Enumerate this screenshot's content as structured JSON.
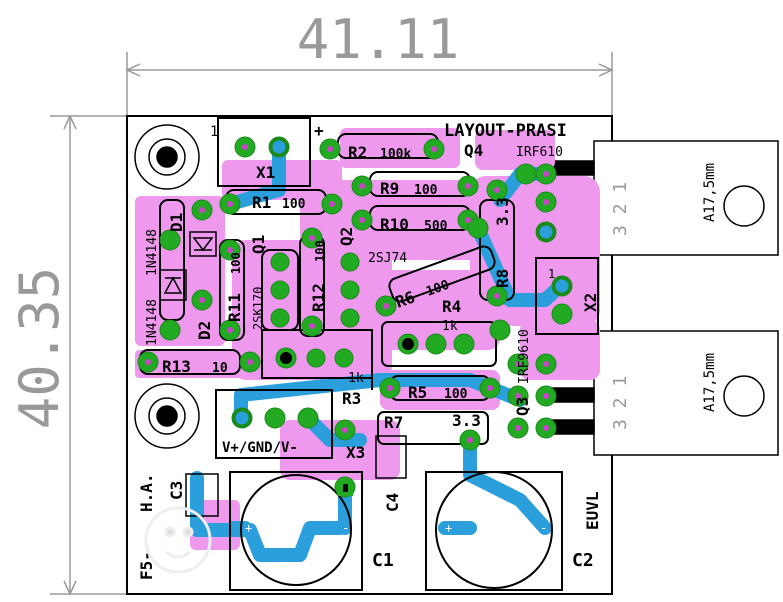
{
  "dimensions": {
    "width": "41.11",
    "height": "40.35"
  },
  "title": "LAYOUT-PRASI",
  "colors": {
    "board": "#ffffff",
    "outline": "#000000",
    "pad_ring": "#22aa22",
    "pad_hole": "#cc44cc",
    "copper_top": "#2a9fdc",
    "copper_bottom": "#ee99ee",
    "dim_line": "#999999",
    "silk": "#000000"
  },
  "labels": {
    "x1": "X1",
    "r2": "R2",
    "r2_val": "100k",
    "q4": "Q4",
    "q4_val": "IRF610",
    "r1": "R1",
    "r1_val": "100",
    "r9": "R9",
    "r9_val": "100",
    "r10": "R10",
    "r10_val": "500",
    "d1": "D1",
    "d1_val": "1N4148",
    "d2": "D2",
    "d2_val": "1N4148",
    "q1": "Q1",
    "q1_val": "2SK170",
    "q2": "Q2",
    "q2_val": "2SJ74",
    "r11": "R11",
    "r11_val": "100",
    "r12": "R12",
    "r12_val": "100",
    "r6": "R6",
    "r6_val": "100",
    "r4": "R4",
    "r4_val": "1k",
    "r8": "R8",
    "r8_val": "3.3",
    "x2": "X2",
    "r13": "R13",
    "r13_val": "10",
    "r3": "R3",
    "r3_val": "1k",
    "r5": "R5",
    "r5_val": "100",
    "q3": "Q3",
    "q3_val": "IRF9610",
    "r7": "R7",
    "r7_val": "3.3",
    "x3": "X3",
    "x3_val": "V+/GND/V-",
    "c3": "C3",
    "c4": "C4",
    "c1": "C1",
    "c2": "C2",
    "ha": "H.A.",
    "f5": "F5-",
    "euvl": "EUVL",
    "heatsink_top": "A17,5mm",
    "heatsink_bottom": "A17,5mm",
    "hs_pins_top": "3 2 1",
    "hs_pins_bottom": "3 2 1",
    "one_top": "1",
    "one_bottom": "1",
    "plus": "+",
    "cap_plus": "+",
    "cap_minus": "-",
    "x3_minus": "-"
  }
}
